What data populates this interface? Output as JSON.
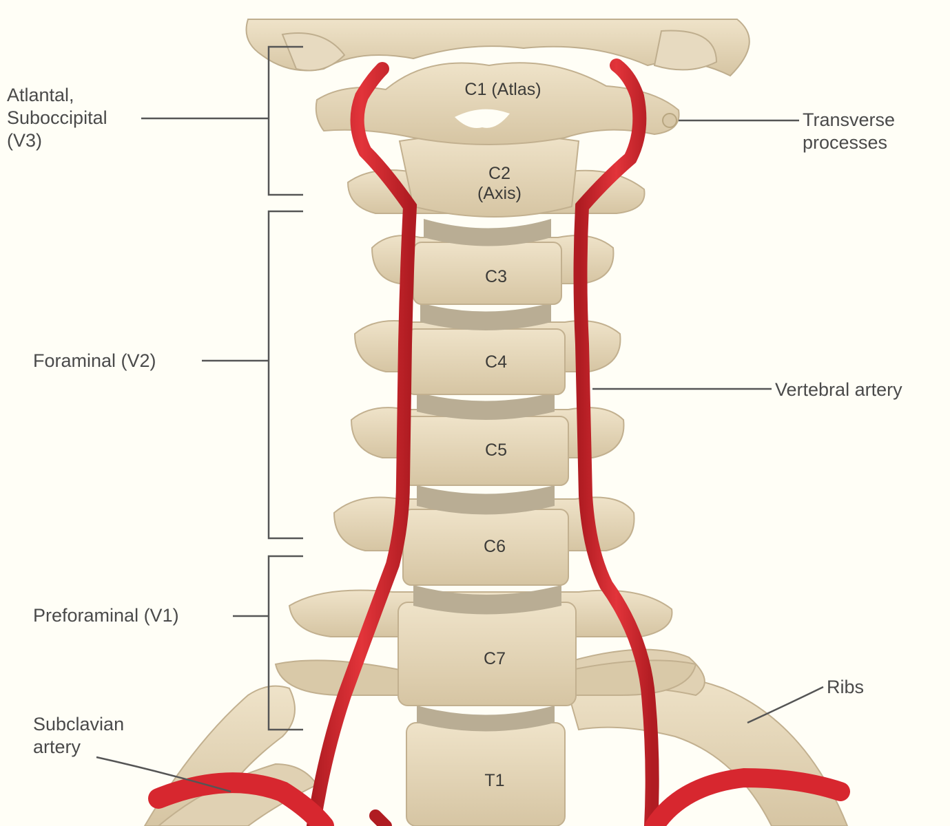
{
  "labels": {
    "v3": "Atlantal,\nSuboccipital\n(V3)",
    "v2": "Foraminal (V2)",
    "v1": "Preforaminal (V1)",
    "subclavian": "Subclavian\nartery",
    "transverse": "Transverse\nprocesses",
    "vertebral": "Vertebral artery",
    "ribs": "Ribs"
  },
  "vertebrae": {
    "c1": "C1 (Atlas)",
    "c2": "C2\n(Axis)",
    "c3": "C3",
    "c4": "C4",
    "c5": "C5",
    "c6": "C6",
    "c7": "C7",
    "t1": "T1"
  },
  "colors": {
    "bone": "#e4d6b9",
    "bone_shadow": "#c9b796",
    "disc": "#b8ab90",
    "artery": "#d7272f",
    "background": "#fffef6",
    "leader": "#555555"
  }
}
